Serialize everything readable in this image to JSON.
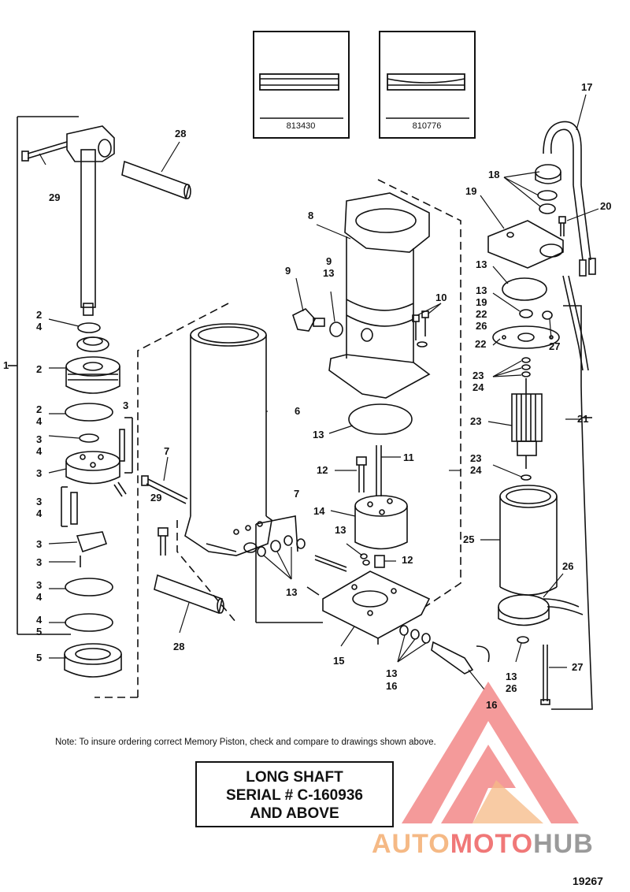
{
  "insets": [
    {
      "part_number": "813430"
    },
    {
      "part_number": "810776"
    }
  ],
  "callouts": [
    {
      "label": "1"
    },
    {
      "label": "2"
    },
    {
      "label": "4"
    },
    {
      "label": "2"
    },
    {
      "label": "2"
    },
    {
      "label": "4"
    },
    {
      "label": "3"
    },
    {
      "label": "4"
    },
    {
      "label": "3"
    },
    {
      "label": "3"
    },
    {
      "label": "4"
    },
    {
      "label": "3"
    },
    {
      "label": "3"
    },
    {
      "label": "3"
    },
    {
      "label": "4"
    },
    {
      "label": "4"
    },
    {
      "label": "5"
    },
    {
      "label": "5"
    },
    {
      "label": "3"
    },
    {
      "label": "29"
    },
    {
      "label": "28"
    },
    {
      "label": "6"
    },
    {
      "label": "7"
    },
    {
      "label": "29"
    },
    {
      "label": "28"
    },
    {
      "label": "7"
    },
    {
      "label": "13"
    },
    {
      "label": "8"
    },
    {
      "label": "9"
    },
    {
      "label": "9"
    },
    {
      "label": "13"
    },
    {
      "label": "10"
    },
    {
      "label": "13"
    },
    {
      "label": "12"
    },
    {
      "label": "11"
    },
    {
      "label": "14"
    },
    {
      "label": "13"
    },
    {
      "label": "12"
    },
    {
      "label": "15"
    },
    {
      "label": "13"
    },
    {
      "label": "16"
    },
    {
      "label": "16"
    },
    {
      "label": "17"
    },
    {
      "label": "18"
    },
    {
      "label": "19"
    },
    {
      "label": "20"
    },
    {
      "label": "13"
    },
    {
      "label": "13"
    },
    {
      "label": "19"
    },
    {
      "label": "22"
    },
    {
      "label": "26"
    },
    {
      "label": "22"
    },
    {
      "label": "27"
    },
    {
      "label": "23"
    },
    {
      "label": "24"
    },
    {
      "label": "23"
    },
    {
      "label": "21"
    },
    {
      "label": "23"
    },
    {
      "label": "24"
    },
    {
      "label": "25"
    },
    {
      "label": "26"
    },
    {
      "label": "13"
    },
    {
      "label": "26"
    },
    {
      "label": "27"
    }
  ],
  "note": "Note: To insure ordering correct Memory Piston, check and compare to drawings shown above.",
  "serial_box": {
    "line1": "LONG SHAFT",
    "line2": "SERIAL # C-160936",
    "line3": "AND ABOVE"
  },
  "watermark": {
    "part1": "AUTO",
    "part2": "MOTO",
    "part3": "HUB",
    "colors": {
      "orange": "#f5b985",
      "red": "#f07878",
      "grey": "#9a9a9a"
    }
  },
  "figure_number": "19267"
}
